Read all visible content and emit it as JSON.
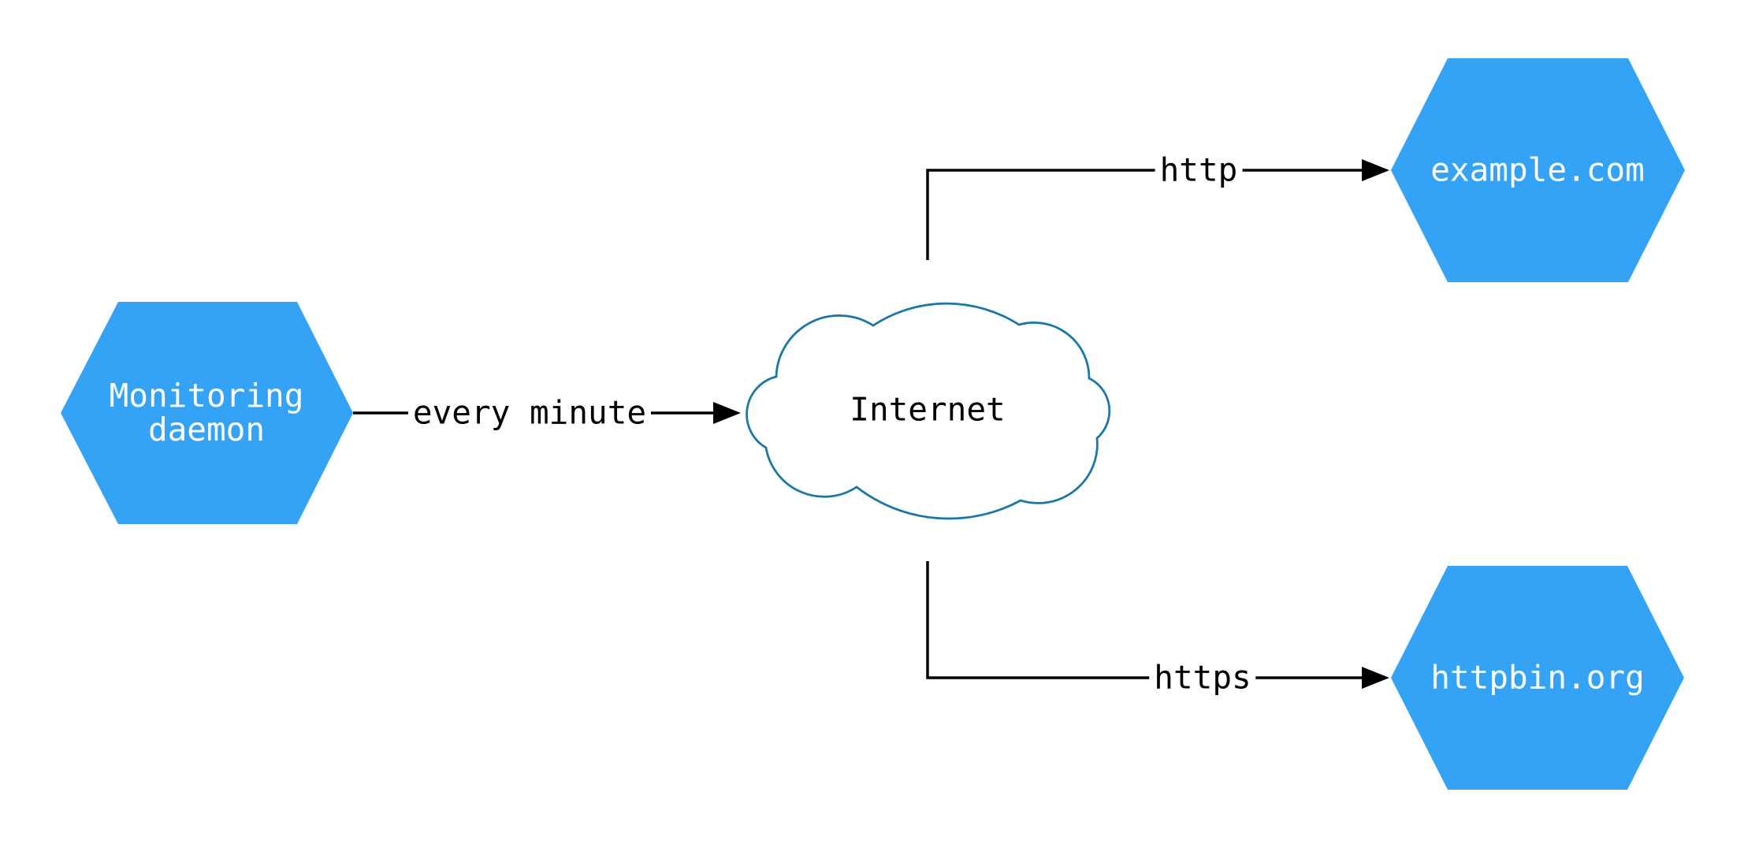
{
  "diagram": {
    "type": "network-monitoring-flow",
    "nodes": [
      {
        "id": "monitoring-daemon",
        "shape": "hexagon",
        "label": "Monitoring daemon",
        "label_lines": [
          "Monitoring",
          "daemon"
        ]
      },
      {
        "id": "internet",
        "shape": "cloud",
        "label": "Internet"
      },
      {
        "id": "example-com",
        "shape": "hexagon",
        "label": "example.com"
      },
      {
        "id": "httpbin-org",
        "shape": "hexagon",
        "label": "httpbin.org"
      }
    ],
    "edges": [
      {
        "from": "monitoring-daemon",
        "to": "internet",
        "label": "every minute"
      },
      {
        "from": "internet",
        "to": "example-com",
        "label": "http"
      },
      {
        "from": "internet",
        "to": "httpbin-org",
        "label": "https"
      }
    ],
    "colors": {
      "background": "#ffffff",
      "node_fill": "#34A2F5",
      "node_text": "#ffffff",
      "cloud_fill": "#ffffff",
      "cloud_stroke": "#1976A6",
      "edge": "#000000",
      "label_text": "#000000"
    }
  }
}
